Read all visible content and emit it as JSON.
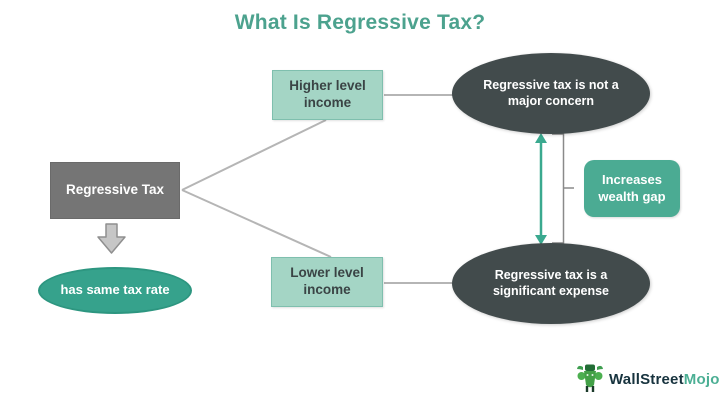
{
  "title": {
    "text": "What Is Regressive Tax?",
    "color": "#4ca28e"
  },
  "nodes": {
    "regressive_tax": {
      "label": "Regressive Tax",
      "fill": "#757575",
      "text_color": "#ffffff",
      "shape": "rectangle"
    },
    "same_tax_rate": {
      "label": "has same tax rate",
      "fill": "#36a28c",
      "text_color": "#ffffff",
      "shape": "ellipse"
    },
    "higher_income": {
      "label": "Higher level income",
      "fill": "#a4d5c5",
      "text_color": "#3a4445",
      "shape": "rectangle"
    },
    "lower_income": {
      "label": "Lower level income",
      "fill": "#a4d5c5",
      "text_color": "#3a4445",
      "shape": "rectangle"
    },
    "not_major_concern": {
      "label": "Regressive tax is not a major concern",
      "fill": "#424b4c",
      "text_color": "#ffffff",
      "shape": "ellipse"
    },
    "significant_expense": {
      "label": "Regressive tax is a significant expense",
      "fill": "#424b4c",
      "text_color": "#ffffff",
      "shape": "ellipse"
    },
    "wealth_gap": {
      "label": "Increases wealth gap",
      "fill": "#4bab93",
      "text_color": "#ffffff",
      "shape": "rounded-rectangle"
    }
  },
  "edges": [
    {
      "from": "regressive_tax",
      "to": "higher_income",
      "style": "plain-line"
    },
    {
      "from": "regressive_tax",
      "to": "lower_income",
      "style": "plain-line"
    },
    {
      "from": "regressive_tax",
      "to": "same_tax_rate",
      "style": "block-down-arrow"
    },
    {
      "from": "higher_income",
      "to": "not_major_concern",
      "style": "plain-line"
    },
    {
      "from": "lower_income",
      "to": "significant_expense",
      "style": "plain-line"
    },
    {
      "from": "not_major_concern",
      "to": "significant_expense",
      "style": "double-headed-arrow-with-brace",
      "brace_label": "Increases wealth gap"
    }
  ],
  "connectors": {
    "arrow_color": "#3aa98f",
    "line_color": "#b5b5b5",
    "bracket_color": "#8a8a8a",
    "block_arrow_fill": "#c6c6c6",
    "block_arrow_stroke": "#8f8f8f"
  },
  "logo": {
    "brand_primary": "WallStreet",
    "brand_secondary": "Mojo",
    "primary_color": "#17333e",
    "secondary_color": "#4caf94",
    "icon": "bull-icon"
  }
}
